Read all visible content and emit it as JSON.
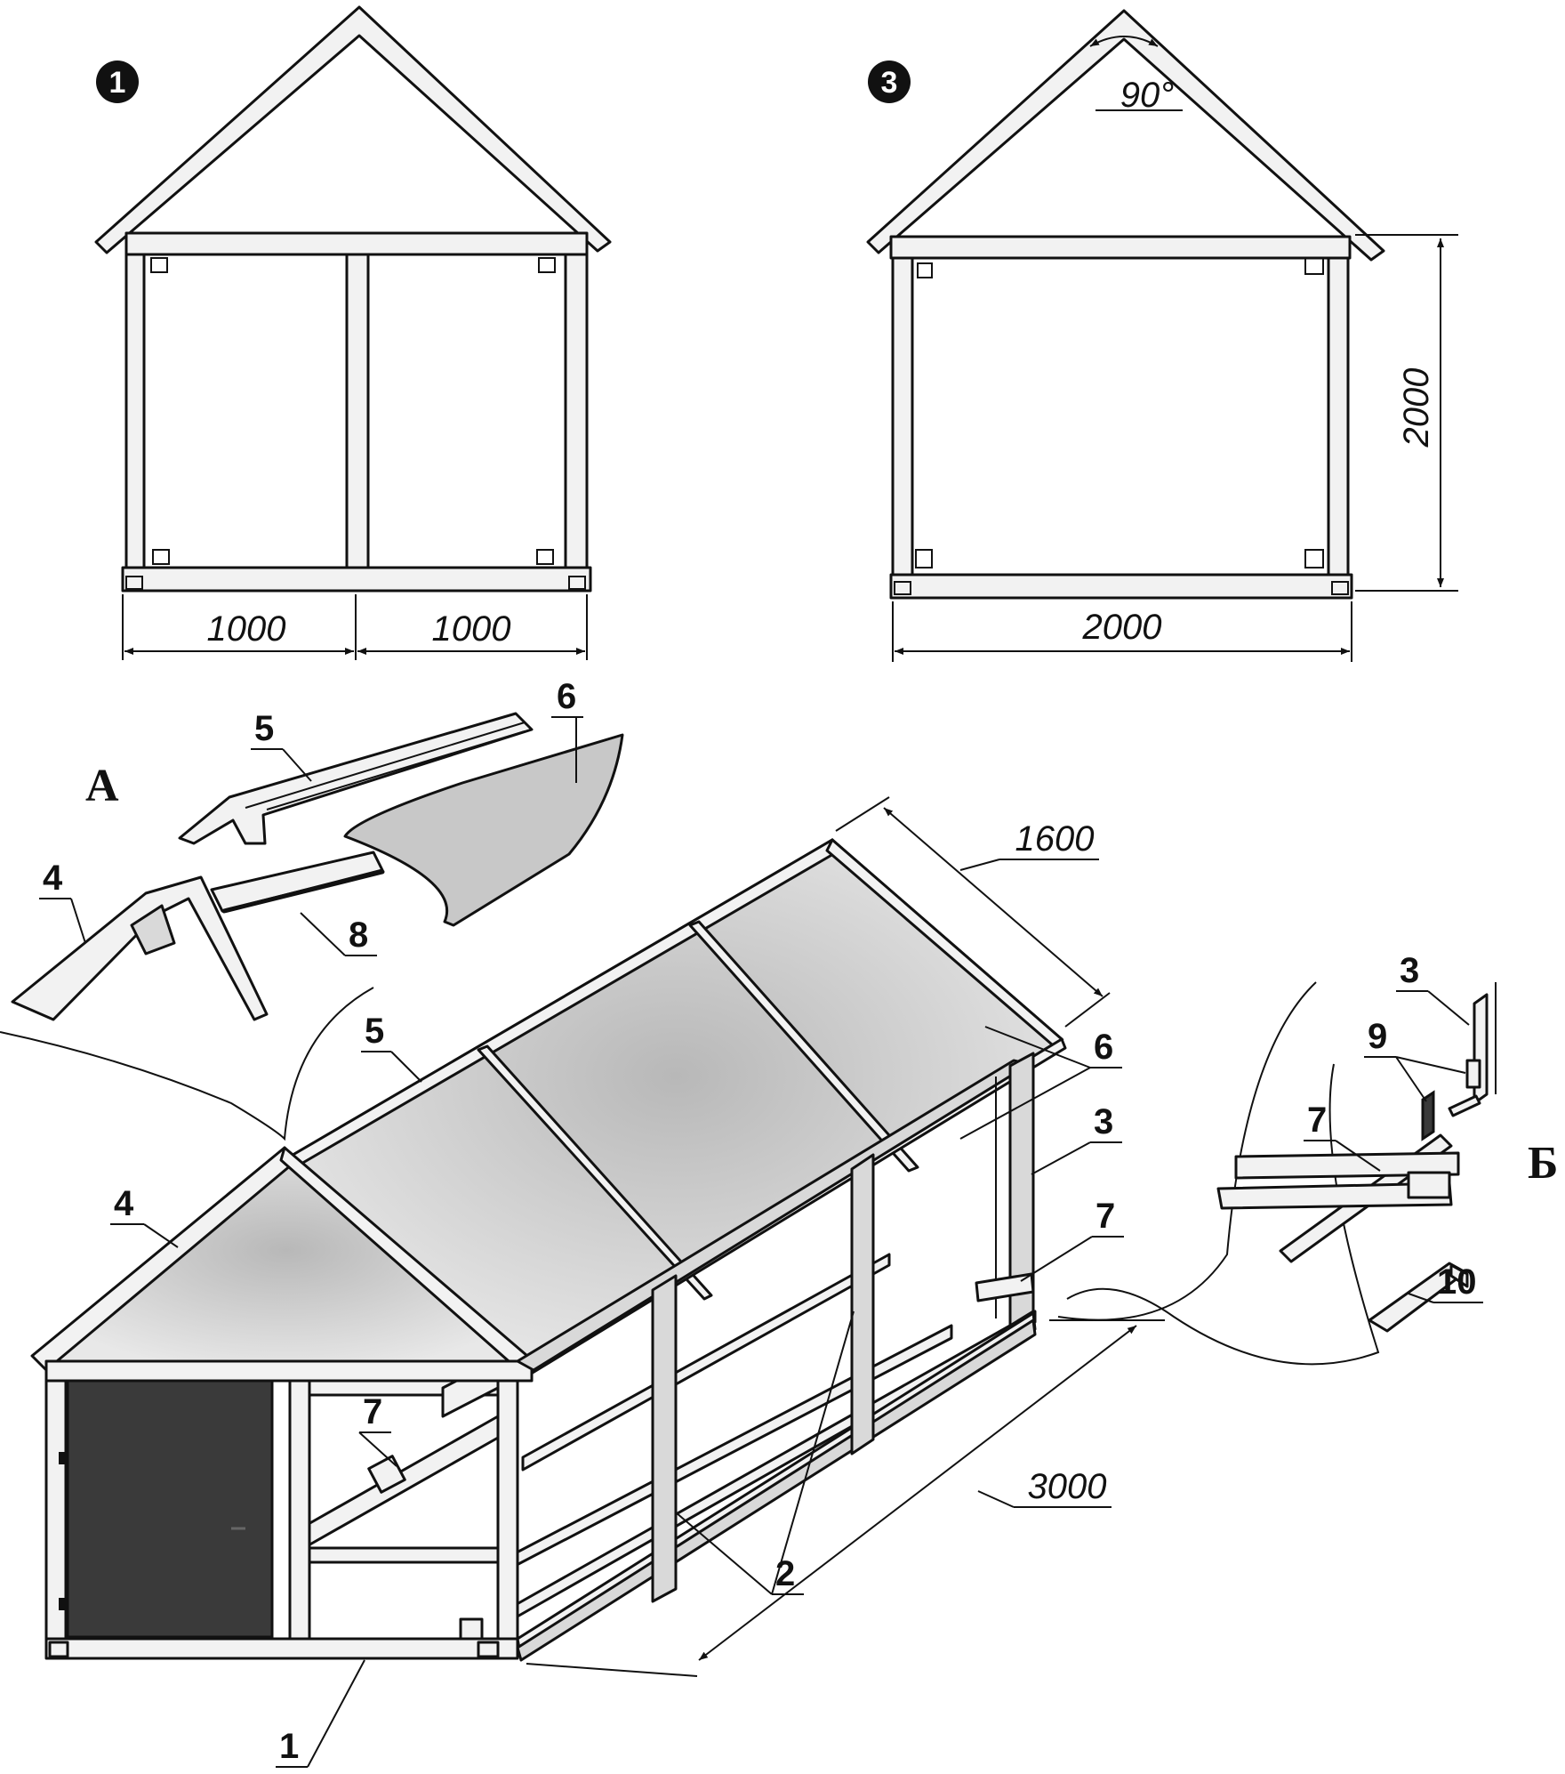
{
  "figures": {
    "fig1": {
      "number": "1",
      "dims": {
        "left": "1000",
        "right": "1000"
      }
    },
    "fig3": {
      "number": "3",
      "angle": "90°",
      "height": "2000",
      "width": "2000"
    }
  },
  "detail_a": {
    "letter": "А",
    "callouts": {
      "p4": "4",
      "p5": "5",
      "p6": "6",
      "p8": "8"
    }
  },
  "detail_b": {
    "letter": "Б",
    "callouts": {
      "p3": "3",
      "p7": "7",
      "p9": "9",
      "p10": "10"
    }
  },
  "main_view": {
    "dims": {
      "roof_width": "1600",
      "length": "3000"
    },
    "callouts": {
      "p1": "1",
      "p2": "2",
      "p3": "3",
      "p4": "4",
      "p5": "5",
      "p6": "6",
      "p7_right": "7",
      "p7_inner": "7"
    }
  }
}
